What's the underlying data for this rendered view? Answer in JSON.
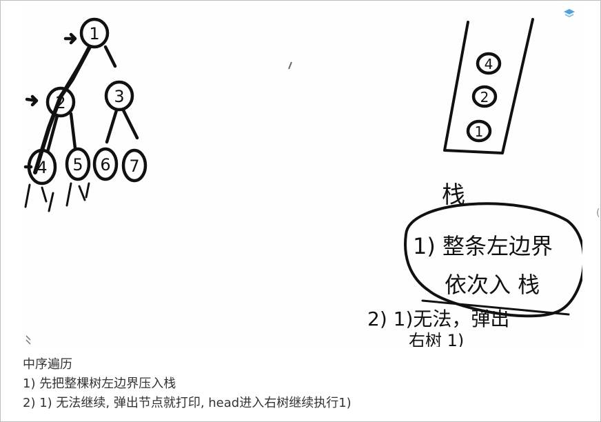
{
  "whiteboard": {
    "tree_nodes": [
      "1",
      "2",
      "3",
      "4",
      "5",
      "6",
      "7"
    ],
    "stack_items": [
      "4",
      "2",
      "1"
    ],
    "stack_label": "栈",
    "step1_line1": "1) 整条左边界",
    "step1_line2": "依次入 栈",
    "step2_line1": "2) 1)无法，弹出",
    "step2_line2": "右树 1)"
  },
  "notes": {
    "title": "中序遍历",
    "line1": "1) 先把整棵树左边界压入栈",
    "line2": "2) 1) 无法继续, 弹出节点就打印, head进入右树继续执行1)"
  },
  "colors": {
    "ink": "#111111",
    "text": "#333333",
    "border": "#bdbdbd",
    "icon_accent": "#4aa3df"
  }
}
